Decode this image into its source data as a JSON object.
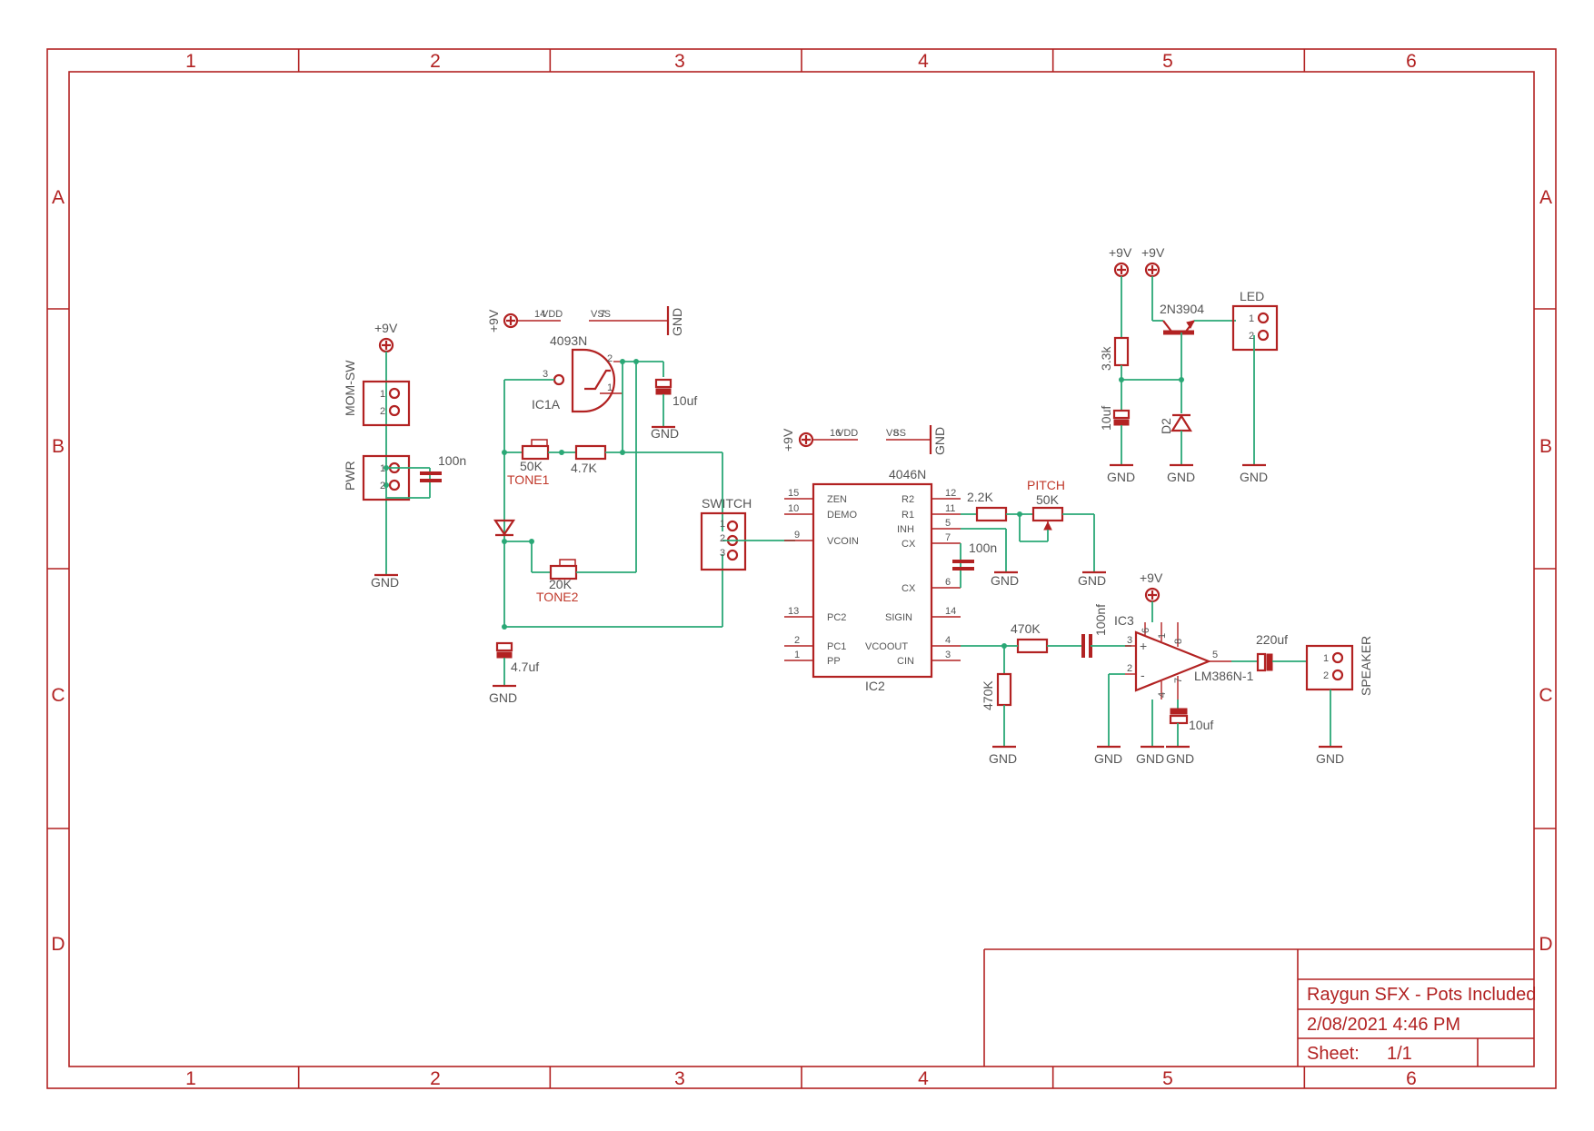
{
  "frame": {
    "columns": [
      "1",
      "2",
      "3",
      "4",
      "5",
      "6"
    ],
    "rows": [
      "A",
      "B",
      "C",
      "D"
    ]
  },
  "title_block": {
    "title": "Raygun SFX - Pots Included",
    "date": "2/08/2021 4:46 PM",
    "sheet_label": "Sheet:",
    "sheet_value": "1/1"
  },
  "labels": {
    "plus9v": "+9V",
    "gnd": "GND",
    "mom_sw": "MOM-SW",
    "pwr": "PWR",
    "c_100n": "100n",
    "pin1": "1",
    "pin2": "2",
    "pin3": "3",
    "vdd_label": "VDD",
    "vss_label": "VSS",
    "vdd_pin_ic1": "14",
    "vss_pin_ic1": "7",
    "vdd_pin_ic2": "16",
    "vss_pin_ic2": "8",
    "ic1_part": "4093N",
    "ic1_name": "IC1A",
    "c_10uf": "10uf",
    "r_50k": "50K",
    "tone1": "TONE1",
    "r_4k7": "4.7K",
    "r_20k": "20K",
    "tone2": "TONE2",
    "c_4u7": "4.7uf",
    "switch": "SWITCH",
    "ic2_part": "4046N",
    "ic2_name": "IC2",
    "r_2k2": "2.2K",
    "pitch": "PITCH",
    "r_470k": "470K",
    "c_100nf": "100nf",
    "ic3_name": "IC3",
    "ic3_part": "LM386N-1",
    "c_220uf": "220uf",
    "speaker": "SPEAKER",
    "r_3k3": "3.3k",
    "q_2n3904": "2N3904",
    "led": "LED",
    "d2": "D2",
    "plus": "+",
    "minus": "-"
  },
  "ic2_pins": {
    "left": [
      {
        "num": "15",
        "name": "ZEN"
      },
      {
        "num": "10",
        "name": "DEMO"
      },
      {
        "num": "9",
        "name": "VCOIN"
      },
      {
        "num": "13",
        "name": "PC2"
      },
      {
        "num": "2",
        "name": "PC1"
      },
      {
        "num": "1",
        "name": "PP"
      }
    ],
    "right": [
      {
        "num": "12",
        "name": "R2"
      },
      {
        "num": "11",
        "name": "R1"
      },
      {
        "num": "5",
        "name": "INH"
      },
      {
        "num": "7",
        "name": "CX"
      },
      {
        "num": "6",
        "name": "CX"
      },
      {
        "num": "14",
        "name": "SIGIN"
      },
      {
        "num": "4",
        "name": "VCOOUT"
      },
      {
        "num": "3",
        "name": "CIN"
      }
    ]
  },
  "ic3_pins": [
    "6",
    "1",
    "8",
    "3",
    "2",
    "7",
    "4",
    "5"
  ]
}
